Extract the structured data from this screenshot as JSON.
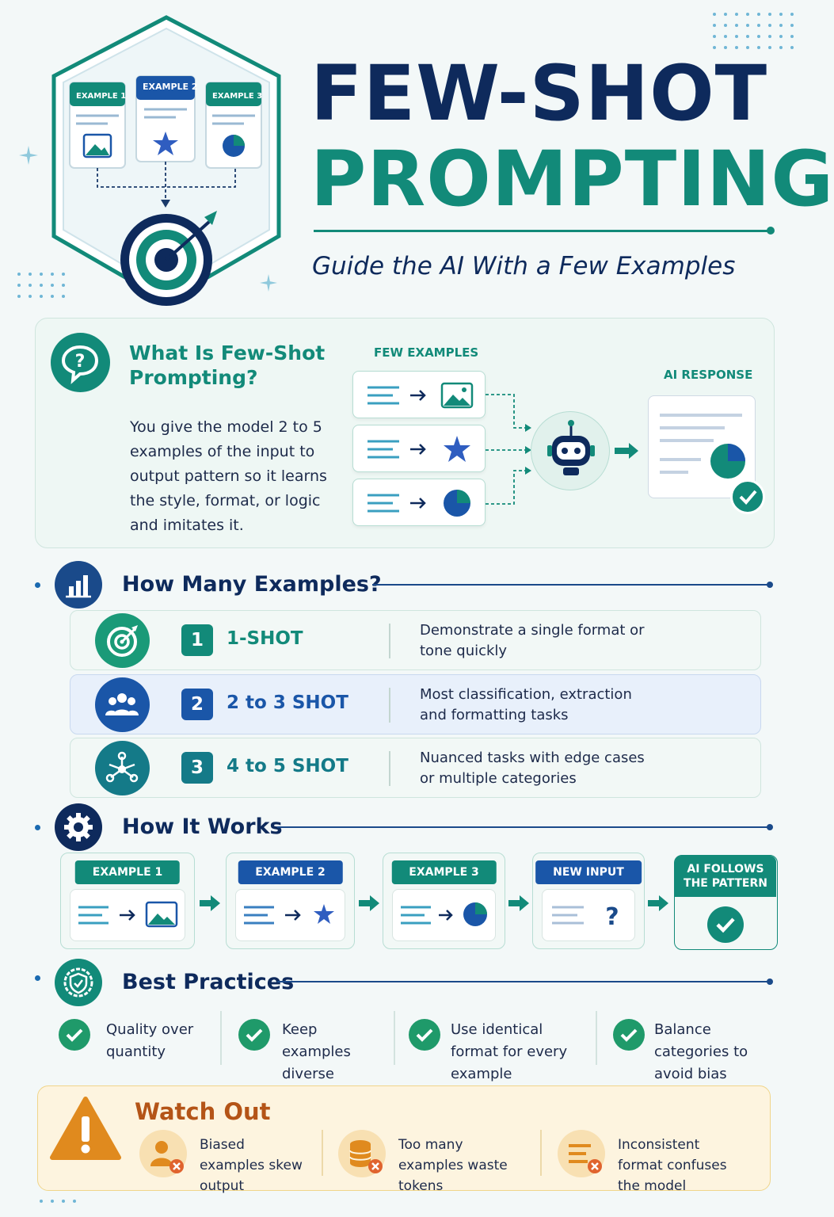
{
  "header": {
    "title_line1": "FEW-SHOT",
    "title_line2": "PROMPTING",
    "subtitle": "Guide the AI With a Few Examples",
    "hex_examples": [
      "EXAMPLE 1",
      "EXAMPLE 2",
      "EXAMPLE 3"
    ]
  },
  "what_is": {
    "heading": "What Is Few-Shot Prompting?",
    "body": "You give the model 2 to 5 examples of the input to output pattern so it learns the style, format, or logic and imitates it.",
    "few_examples_label": "FEW EXAMPLES",
    "ai_response_label": "AI RESPONSE"
  },
  "how_many": {
    "heading": "How Many Examples?",
    "rows": [
      {
        "num": "1",
        "name": "1-SHOT",
        "desc": "Demonstrate a single format or tone quickly",
        "icon": "target-icon"
      },
      {
        "num": "2",
        "name": "2 to 3 SHOT",
        "desc": "Most classification, extraction and formatting tasks",
        "icon": "group-icon"
      },
      {
        "num": "3",
        "name": "4 to 5 SHOT",
        "desc": "Nuanced tasks with edge cases or multiple categories",
        "icon": "network-icon"
      }
    ]
  },
  "how_it_works": {
    "heading": "How It Works",
    "steps": [
      "EXAMPLE 1",
      "EXAMPLE 2",
      "EXAMPLE 3",
      "NEW INPUT"
    ],
    "final_line1": "AI FOLLOWS",
    "final_line2": "THE PATTERN"
  },
  "best_practices": {
    "heading": "Best Practices",
    "items": [
      "Quality over quantity",
      "Keep examples diverse",
      "Use identical format for every example",
      "Balance categories to avoid bias"
    ]
  },
  "watch_out": {
    "heading": "Watch Out",
    "items": [
      "Biased examples skew output",
      "Too many examples waste tokens",
      "Inconsistent format confuses the model"
    ]
  },
  "colors": {
    "navy": "#0e2a5c",
    "teal": "#128a79",
    "blue": "#1a56a8",
    "green_check": "#1f9a6a",
    "warning_orange": "#e08a1e"
  }
}
